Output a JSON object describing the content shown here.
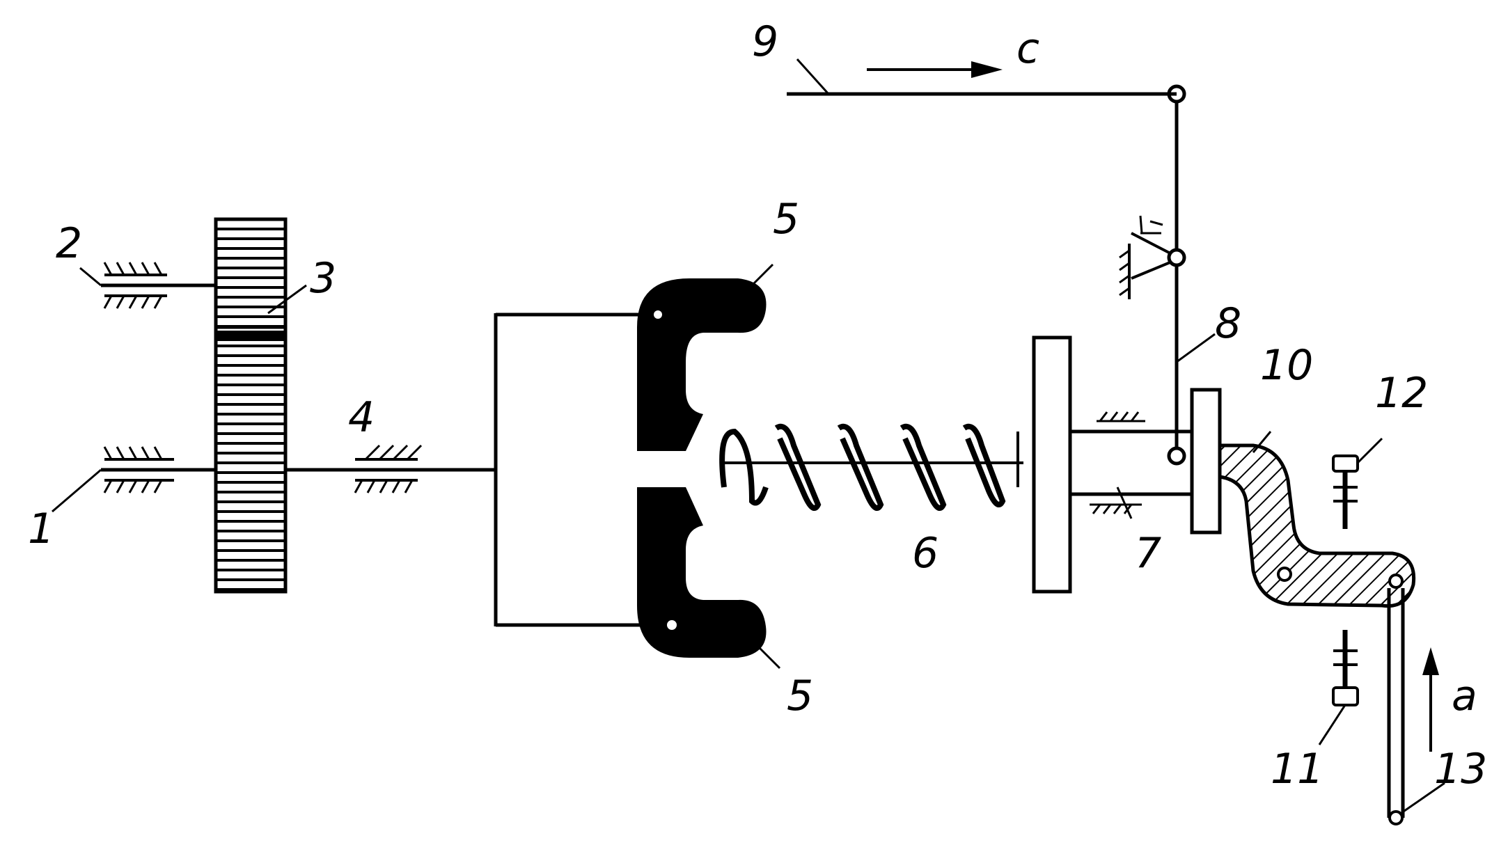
{
  "labels": {
    "l1": "1",
    "l2": "2",
    "l3": "3",
    "l4": "4",
    "l5a": "5",
    "l5b": "5",
    "l6": "6",
    "l7": "7",
    "l8": "8",
    "l9": "9",
    "l10": "10",
    "l11": "11",
    "l12": "12",
    "l13": "13",
    "c": "c",
    "a": "a"
  },
  "colors": {
    "ink": "#000000",
    "paper": "#ffffff"
  }
}
